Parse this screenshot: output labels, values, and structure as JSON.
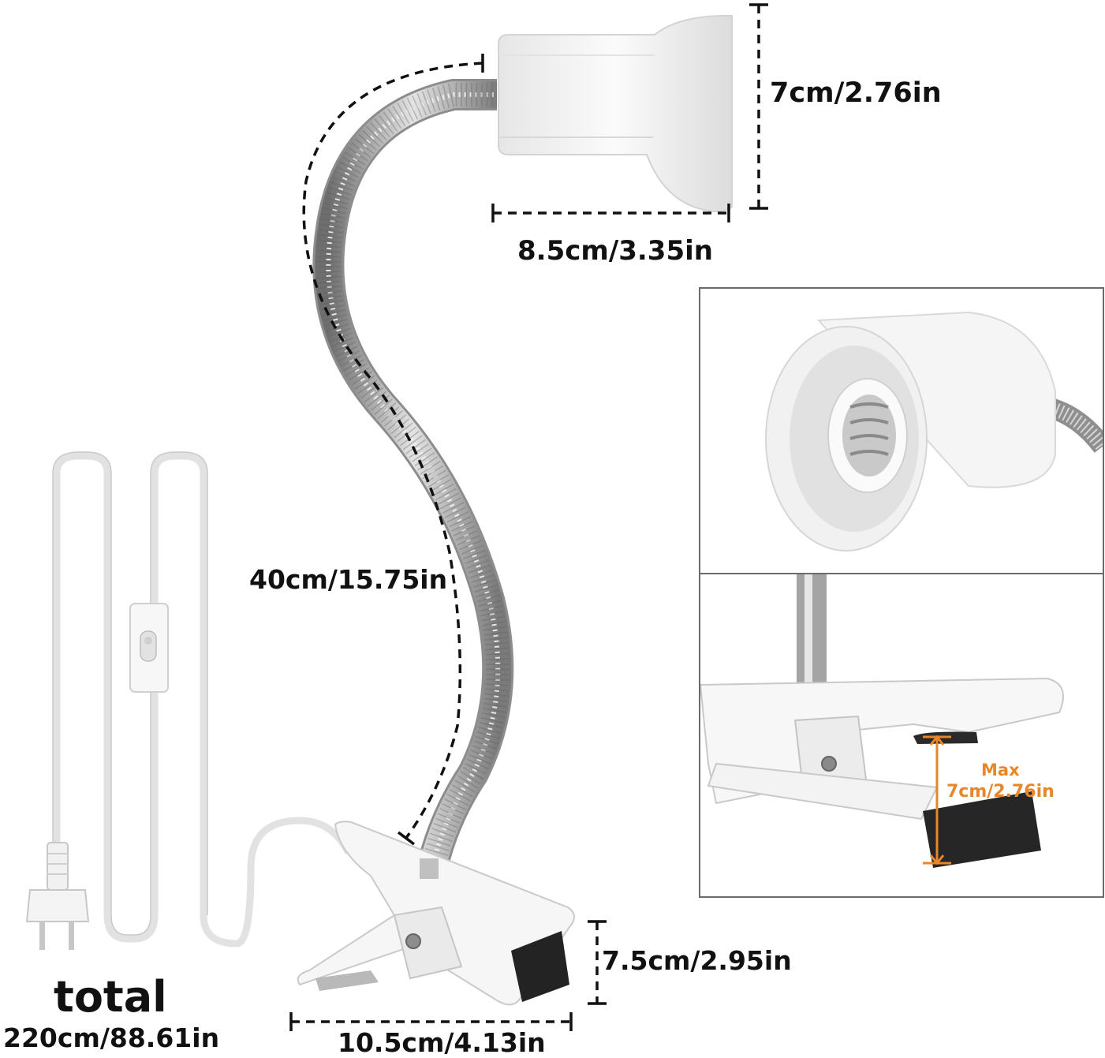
{
  "dimensions": {
    "shade_height": "7cm/2.76in",
    "shade_width": "8.5cm/3.35in",
    "gooseneck_length": "40cm/15.75in",
    "clip_height": "7.5cm/2.95in",
    "clip_width": "10.5cm/4.13in",
    "total_label": "total",
    "total_length": "220cm/88.61in"
  },
  "inset": {
    "max_label": "Max",
    "max_opening": "7cm/2.76in"
  },
  "colors": {
    "dimension_line": "#111111",
    "lamp_white": "#f3f3f3",
    "metal": "#a9a9a9",
    "inset_border": "#6b6b6b",
    "accent_orange": "#e8862a"
  }
}
